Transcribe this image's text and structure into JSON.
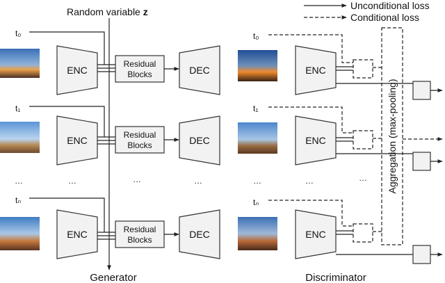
{
  "legend": {
    "unconditional": "Unconditional loss",
    "conditional": "Conditional loss"
  },
  "random_variable": {
    "prefix": "Random variable ",
    "symbol": "z"
  },
  "generator": {
    "caption": "Generator",
    "rows": [
      {
        "time": "t₀",
        "enc": "ENC",
        "res_line1": "Residual",
        "res_line2": "Blocks",
        "dec": "DEC"
      },
      {
        "time": "t₁",
        "enc": "ENC",
        "res_line1": "Residual",
        "res_line2": "Blocks",
        "dec": "DEC"
      },
      {
        "time": "tₙ",
        "enc": "ENC",
        "res_line1": "Residual",
        "res_line2": "Blocks",
        "dec": "DEC"
      }
    ]
  },
  "discriminator": {
    "caption": "Discriminator",
    "aggregation": "Aggregation (max-pooling)",
    "rows": [
      {
        "time": "t₀",
        "enc": "ENC"
      },
      {
        "time": "t₁",
        "enc": "ENC"
      },
      {
        "time": "tₙ",
        "enc": "ENC"
      }
    ]
  },
  "ellipsis": "…"
}
